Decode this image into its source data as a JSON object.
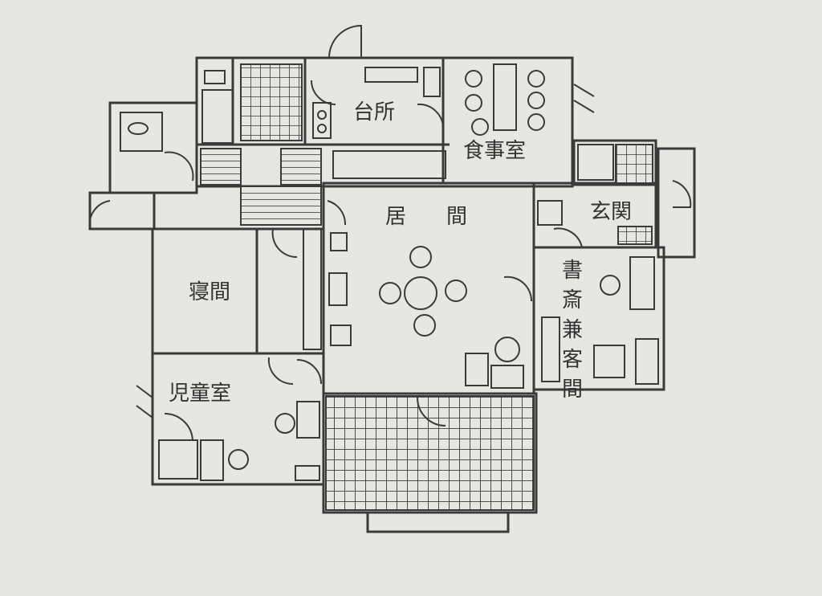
{
  "rooms": {
    "kitchen": "台所",
    "dining": "食事室",
    "living_1": "居",
    "living_2": "間",
    "entrance": "玄関",
    "study": [
      "書",
      "斎",
      "兼",
      "客",
      "間"
    ],
    "bedroom": "寝間",
    "children": "児童室"
  },
  "colors": {
    "paper": "#e6e6e3",
    "ink": "#3a3a3a"
  }
}
